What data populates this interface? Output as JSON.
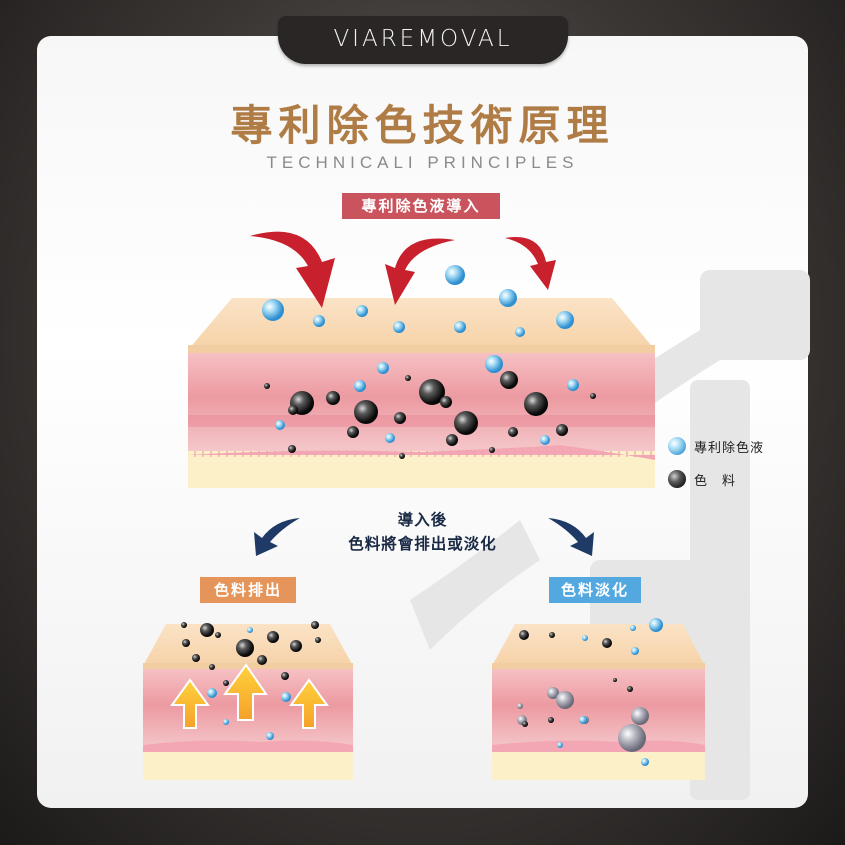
{
  "brand": "VIAREMOVAL",
  "title": "專利除色技術原理",
  "subtitle": "TECHNICALI PRINCIPLES",
  "badges": {
    "top": "專利除色液導入",
    "pigment_out": "色料排出",
    "pigment_fade": "色料淡化"
  },
  "caption": {
    "line1": "導入後",
    "line2": "色料將會排出或淡化"
  },
  "legend": {
    "fluid": "專利除色液",
    "pigment": "色　料"
  },
  "icons": {
    "fluid_bubble": "blue-bubble-icon",
    "pigment_particle": "black-particle-icon",
    "inject_arrow": "red-curved-arrow-icon",
    "flow_arrow": "navy-curved-arrow-icon",
    "exit_arrow": "orange-up-arrow-icon"
  },
  "colors": {
    "title": "#b07c45",
    "badge_top": "#c9545d",
    "badge_out": "#e6955a",
    "badge_fade": "#52a8df",
    "arrow_red": "#c8202c",
    "arrow_navy": "#1f3a66"
  }
}
